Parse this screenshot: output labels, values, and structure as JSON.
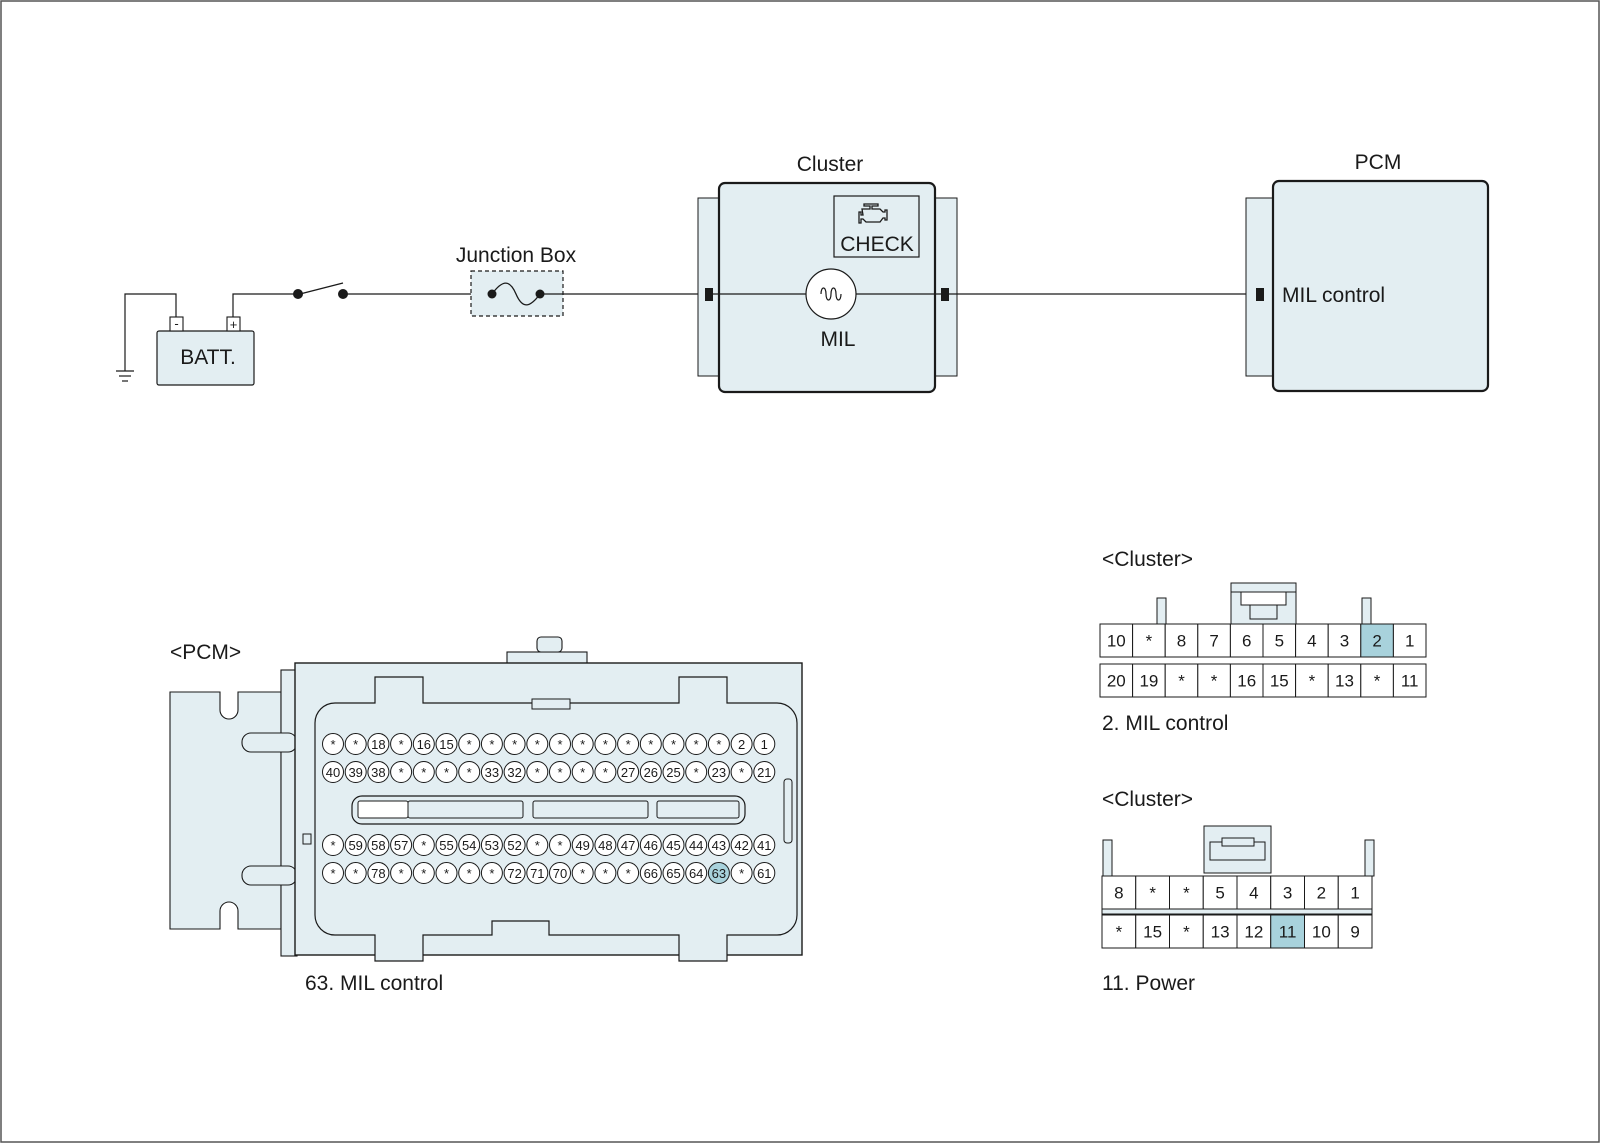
{
  "labels": {
    "cluster_title": "Cluster",
    "pcm_title": "PCM",
    "junction_box": "Junction Box",
    "batt": "BATT.",
    "batt_minus": "-",
    "batt_plus": "+",
    "check": "CHECK",
    "mil": "MIL",
    "pcm_mil_control": "MIL control",
    "pcm_connector_title": "<PCM>",
    "pcm_pin_caption": "63. MIL control",
    "cluster_connector_a_title": "<Cluster>",
    "cluster_a_caption": "2. MIL control",
    "cluster_connector_b_title": "<Cluster>",
    "cluster_b_caption": "11. Power"
  },
  "colors": {
    "highlight": "#a8d2dc",
    "box_fill": "#e3eef2",
    "line": "#1a1a1a"
  },
  "icons": {
    "engine_check": "check-engine-icon",
    "lamp": "lamp-bulb-icon",
    "ground": "ground-symbol-icon",
    "fuse": "fuse-icon",
    "switch": "switch-icon"
  },
  "pcm_connector": {
    "rows": [
      [
        "*",
        "*",
        "18",
        "*",
        "16",
        "15",
        "*",
        "*",
        "*",
        "*",
        "*",
        "*",
        "*",
        "*",
        "*",
        "*",
        "*",
        "*",
        "2",
        "1"
      ],
      [
        "40",
        "39",
        "38",
        "*",
        "*",
        "*",
        "*",
        "33",
        "32",
        "*",
        "*",
        "*",
        "*",
        "27",
        "26",
        "25",
        "*",
        "23",
        "*",
        "21"
      ],
      [
        "*",
        "59",
        "58",
        "57",
        "*",
        "55",
        "54",
        "53",
        "52",
        "*",
        "*",
        "49",
        "48",
        "47",
        "46",
        "45",
        "44",
        "43",
        "42",
        "41"
      ],
      [
        "*",
        "*",
        "78",
        "*",
        "*",
        "*",
        "*",
        "*",
        "72",
        "71",
        "70",
        "*",
        "*",
        "*",
        "66",
        "65",
        "64",
        "63",
        "*",
        "61"
      ]
    ],
    "highlight": "63"
  },
  "cluster_connector_a": {
    "rows": [
      [
        "10",
        "*",
        "8",
        "7",
        "6",
        "5",
        "4",
        "3",
        "2",
        "1"
      ],
      [
        "20",
        "19",
        "*",
        "*",
        "16",
        "15",
        "*",
        "13",
        "*",
        "11"
      ]
    ],
    "highlight": "2"
  },
  "cluster_connector_b": {
    "rows": [
      [
        "8",
        "*",
        "*",
        "5",
        "4",
        "3",
        "2",
        "1"
      ],
      [
        "*",
        "15",
        "*",
        "13",
        "12",
        "11",
        "10",
        "9"
      ]
    ],
    "highlight": "11"
  }
}
